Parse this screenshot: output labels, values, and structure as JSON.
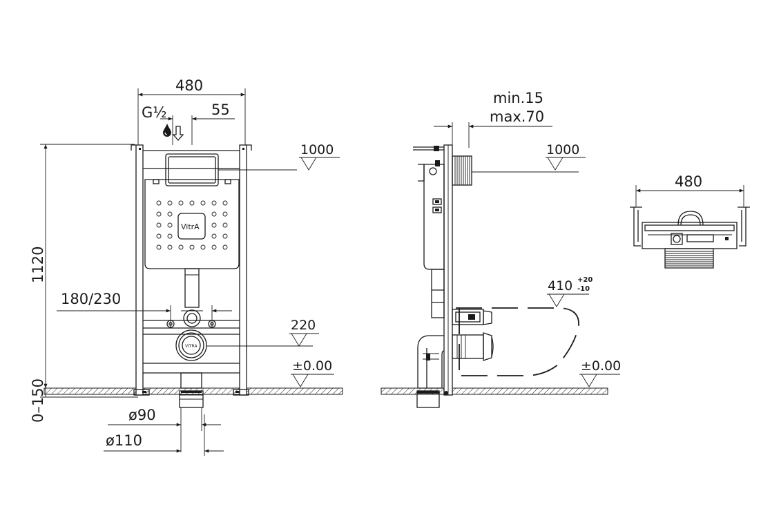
{
  "front_view": {
    "width_label": "480",
    "inlet_label": "G½",
    "offset_label": "55",
    "height_label": "1120",
    "flush_level_label": "1000",
    "fixing_label": "180/230",
    "drain_level_label": "220",
    "floor_level_label": "±0.00",
    "adjust_label": "0–150",
    "pipe_small_label": "ø90",
    "pipe_large_label": "ø110",
    "brand_logo": "VitrA"
  },
  "side_view": {
    "depth_min_label": "min.15",
    "depth_max_label": "max.70",
    "flush_level_label": "1000",
    "bowl_height_label": "410",
    "bowl_tol_plus": "+20",
    "bowl_tol_minus": "-10",
    "floor_level_label": "±0.00"
  },
  "top_view": {
    "width_label": "480"
  },
  "icons": {
    "water_drop": "water-drop-icon",
    "inlet_arrow": "down-arrow-icon",
    "level_marker": "level-triangle-icon"
  },
  "colors": {
    "line": "#1a1a1a",
    "background": "#ffffff"
  }
}
